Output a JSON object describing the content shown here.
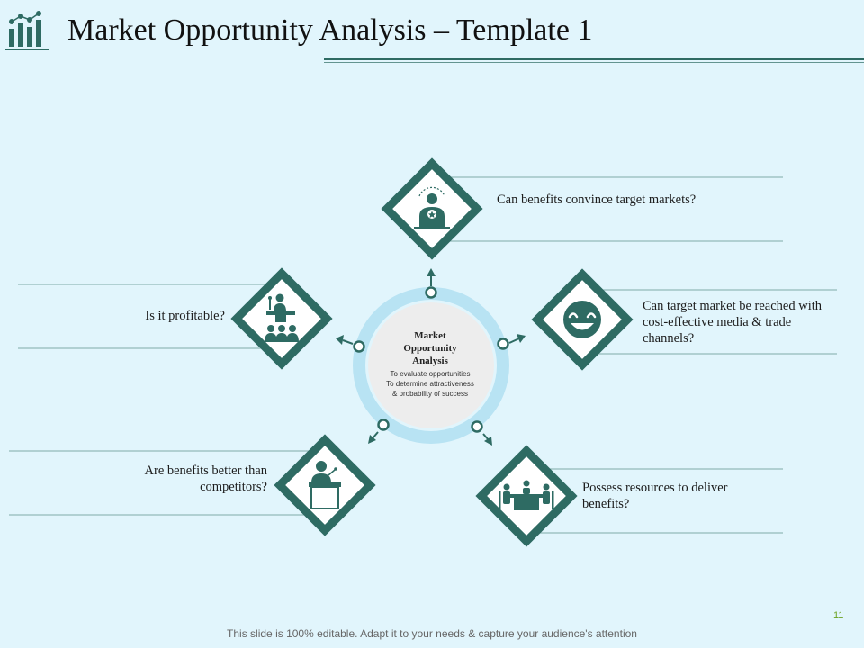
{
  "slide": {
    "title": "Market Opportunity Analysis – Template 1",
    "footer": "This slide is 100% editable. Adapt it to your needs & capture your audience's attention",
    "page_number": "11"
  },
  "center": {
    "title": "Market Opportunity Analysis",
    "lines": [
      "To evaluate opportunities",
      "To determine attractiveness",
      "& probability of success"
    ]
  },
  "items": [
    {
      "label": "Can benefits convince target markets?",
      "icon": "person-idea-icon"
    },
    {
      "label": "Can target market be reached with cost-effective media & trade channels?",
      "icon": "smiley-face-icon"
    },
    {
      "label": "Possess resources to deliver benefits?",
      "icon": "meeting-table-icon"
    },
    {
      "label": "Are benefits better than competitors?",
      "icon": "speaker-podium-icon"
    },
    {
      "label": "Is it profitable?",
      "icon": "presentation-audience-icon"
    }
  ],
  "colors": {
    "background": "#e1f5fc",
    "accent": "#2e6b63",
    "ring": "#b8e3f3",
    "page_number": "#6aa121"
  }
}
